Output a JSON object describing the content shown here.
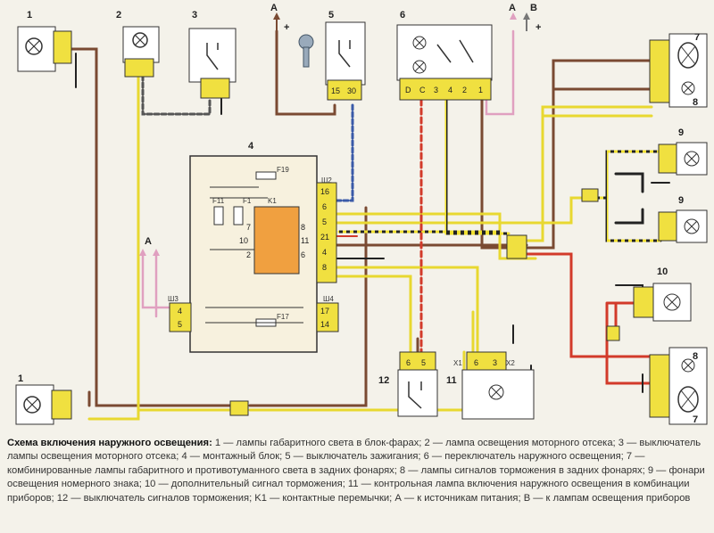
{
  "labels": {
    "n1a": "1",
    "n2": "2",
    "n3": "3",
    "n5": "5",
    "n6": "6",
    "n7a": "7",
    "n8a": "8",
    "n4": "4",
    "n9a": "9",
    "n9b": "9",
    "n10": "10",
    "n8b": "8",
    "n7b": "7",
    "n1b": "1",
    "n12": "12",
    "n11": "11",
    "A": "А",
    "B": "В",
    "plus": "+",
    "K1": "K1",
    "F19": "F19",
    "F17": "F17",
    "F11": "F11",
    "F1": "F1",
    "sh2": "Ш2",
    "sh3": "Ш3",
    "sh4": "Ш4",
    "X1": "X1",
    "X2": "X2"
  },
  "pins": {
    "ign": [
      "15",
      "30"
    ],
    "sw6": [
      "D",
      "C",
      "3",
      "4",
      "2",
      "1"
    ],
    "sh2": [
      "16",
      "6",
      "5",
      "21",
      "4",
      "8"
    ],
    "k1l": [
      "7",
      "10",
      "2"
    ],
    "k1r": [
      "8",
      "11",
      "6"
    ],
    "sh3": [
      "4",
      "5"
    ],
    "sh4": [
      "17",
      "14"
    ],
    "c12": [
      "6",
      "5"
    ],
    "c11": [
      "6",
      "3"
    ]
  },
  "caption": {
    "title": "Схема включения наружного освещения:",
    "text": " 1 — лампы габаритного света в блок-фарах; 2 — лампа освещения моторного отсека; 3 — выключатель лампы освещения моторного отсека; 4 — монтажный блок; 5 — выключатель зажигания; 6 — переключатель наружного освещения; 7 — комбинированные лампы габаритного и противотуманного света в задних фонарях; 8 — лампы сигналов торможения в задних фонарях; 9 — фонари освещения номерного знака; 10 — дополнительный сигнал торможения; 11 — контрольная лампа включения наружного освещения в комбинации приборов; 12 — выключатель сигналов торможения; K1 — контактные перемычки; А — к источникам питания; В — к лампам освещения приборов"
  }
}
